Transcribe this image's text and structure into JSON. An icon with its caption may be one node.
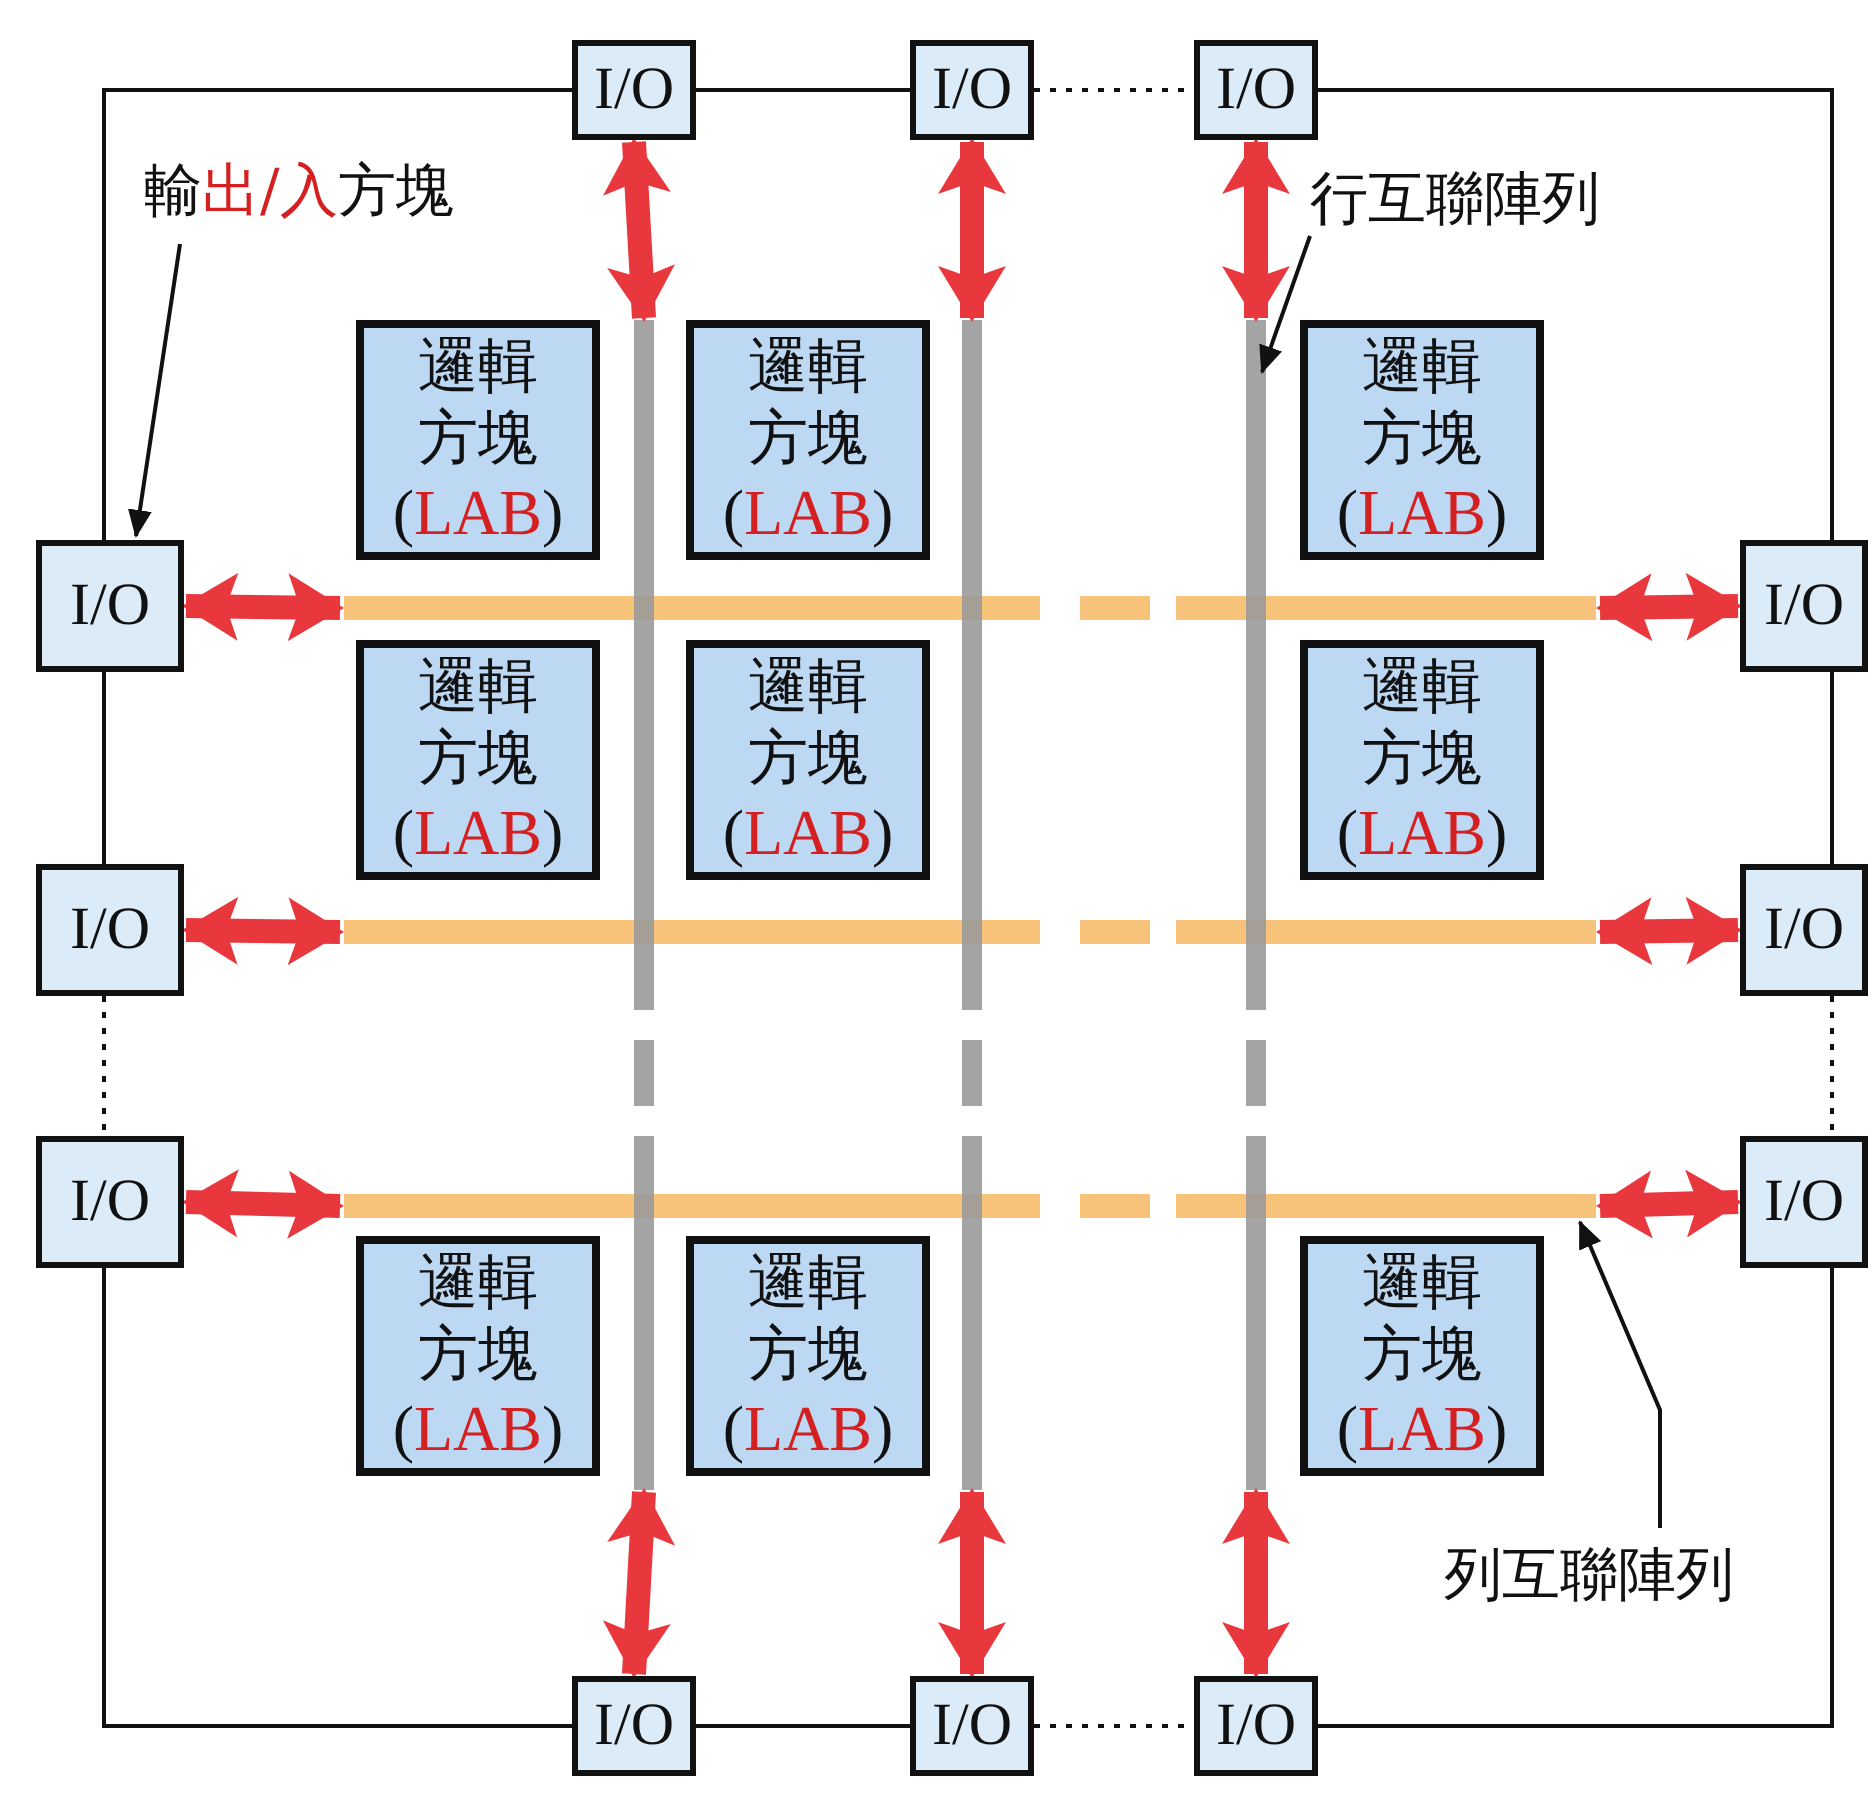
{
  "diagram": {
    "nodes": [
      {
        "text": [
          "I/O"
        ]
      },
      {
        "text": [
          "I/O"
        ]
      },
      {
        "text": [
          "I/O"
        ]
      },
      {
        "text": [
          "I/O"
        ]
      },
      {
        "text": [
          "I/O"
        ]
      },
      {
        "text": [
          "I/O"
        ]
      },
      {
        "text": [
          "I/O"
        ]
      },
      {
        "text": [
          "I/O"
        ]
      },
      {
        "text": [
          "I/O"
        ]
      },
      {
        "text": [
          "I/O"
        ]
      },
      {
        "text": [
          "I/O"
        ]
      },
      {
        "text": [
          "I/O"
        ]
      },
      {
        "text": [
          "邏輯方塊",
          "(LAB)"
        ]
      },
      {
        "text": [
          "邏輯方塊",
          "(LAB)"
        ]
      },
      {
        "text": [
          "邏輯方塊",
          "(LAB)"
        ]
      },
      {
        "text": [
          "邏輯方塊",
          "(LAB)"
        ]
      },
      {
        "text": [
          "邏輯方塊",
          "(LAB)"
        ]
      },
      {
        "text": [
          "邏輯方塊",
          "(LAB)"
        ]
      },
      {
        "text": [
          "邏輯方塊",
          "(LAB)"
        ]
      },
      {
        "text": [
          "邏輯方塊",
          "(LAB)"
        ]
      },
      {
        "text": [
          "邏輯方塊",
          "(LAB)"
        ]
      },
      {
        "text": [],
        "shape": "bar"
      },
      {
        "text": [],
        "shape": "bar"
      },
      {
        "text": [],
        "shape": "bar"
      },
      {
        "text": [],
        "shape": "bar"
      },
      {
        "text": [],
        "shape": "bar"
      },
      {
        "text": [],
        "shape": "bar"
      },
      {
        "text": [
          "輸出/入方塊"
        ]
      },
      {
        "text": [
          "行互聯陣列"
        ]
      },
      {
        "text": [
          "列互聯陣列"
        ]
      }
    ],
    "edges": [
      {
        "from": 0,
        "to": 1,
        "arrow": "none"
      },
      {
        "from": 1,
        "to": 2,
        "arrow": "none",
        "style": "dashed"
      },
      {
        "from": 0,
        "to": 3,
        "arrow": "none"
      },
      {
        "from": 2,
        "to": 6,
        "arrow": "none"
      },
      {
        "from": 3,
        "to": 4,
        "arrow": "none"
      },
      {
        "from": 4,
        "to": 5,
        "arrow": "none",
        "style": "dashed"
      },
      {
        "from": 5,
        "to": 9,
        "arrow": "none"
      },
      {
        "from": 6,
        "to": 7,
        "arrow": "none"
      },
      {
        "from": 7,
        "to": 8,
        "arrow": "none",
        "style": "dashed"
      },
      {
        "from": 8,
        "to": 11,
        "arrow": "none"
      },
      {
        "from": 9,
        "to": 10,
        "arrow": "none"
      },
      {
        "from": 10,
        "to": 11,
        "arrow": "none",
        "style": "dashed"
      },
      {
        "from": 0,
        "to": 24,
        "arrow": "both",
        "style": "thick",
        "color": "#e8383d"
      },
      {
        "from": 1,
        "to": 25,
        "arrow": "both",
        "style": "thick",
        "color": "#e8383d"
      },
      {
        "from": 2,
        "to": 26,
        "arrow": "both",
        "style": "thick",
        "color": "#e8383d"
      },
      {
        "from": 3,
        "to": 21,
        "arrow": "both",
        "style": "thick",
        "color": "#e8383d"
      },
      {
        "from": 4,
        "to": 22,
        "arrow": "both",
        "style": "thick",
        "color": "#e8383d"
      },
      {
        "from": 5,
        "to": 23,
        "arrow": "both",
        "style": "thick",
        "color": "#e8383d"
      },
      {
        "from": 21,
        "to": 6,
        "arrow": "both",
        "style": "thick",
        "color": "#e8383d"
      },
      {
        "from": 22,
        "to": 7,
        "arrow": "both",
        "style": "thick",
        "color": "#e8383d"
      },
      {
        "from": 23,
        "to": 8,
        "arrow": "both",
        "style": "thick",
        "color": "#e8383d"
      },
      {
        "from": 24,
        "to": 9,
        "arrow": "both",
        "style": "thick",
        "color": "#e8383d"
      },
      {
        "from": 25,
        "to": 10,
        "arrow": "both",
        "style": "thick",
        "color": "#e8383d"
      },
      {
        "from": 26,
        "to": 11,
        "arrow": "both",
        "style": "thick",
        "color": "#e8383d"
      },
      {
        "from": 27,
        "to": 3,
        "arrow": "to"
      },
      {
        "from": 28,
        "to": 26,
        "arrow": "to"
      },
      {
        "from": 29,
        "to": 23,
        "arrow": "to"
      }
    ]
  }
}
